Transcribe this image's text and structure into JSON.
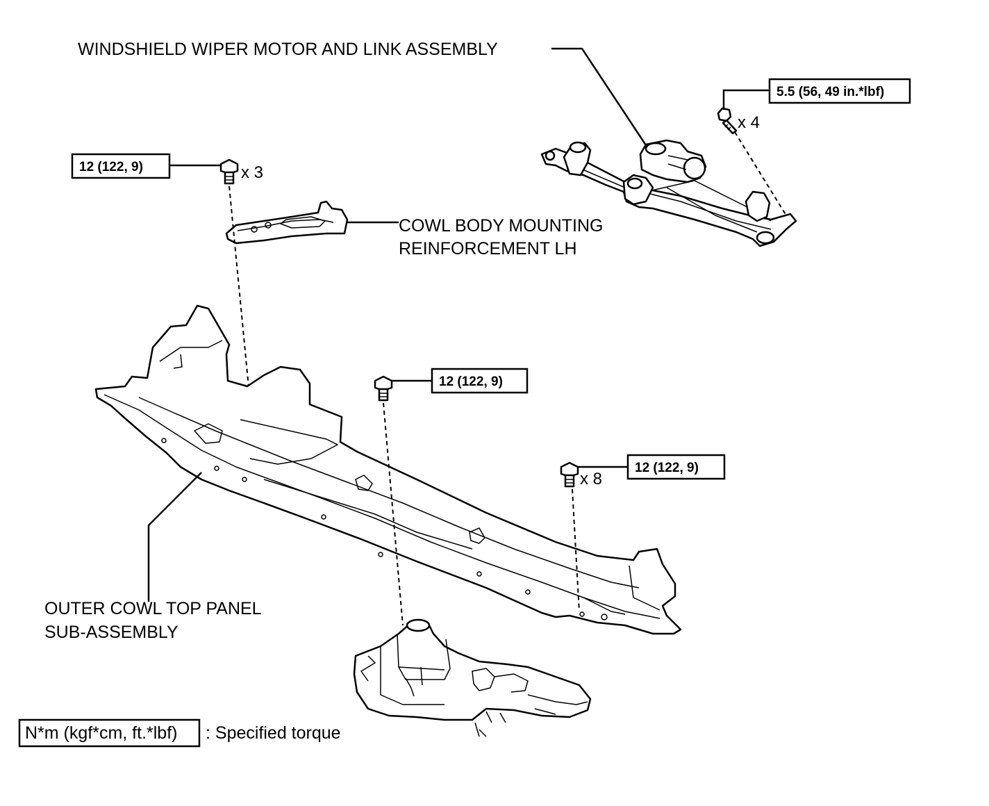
{
  "labels": {
    "wiper": "WINDSHIELD WIPER MOTOR AND LINK ASSEMBLY",
    "cowl_reinf_1": "COWL BODY MOUNTING",
    "cowl_reinf_2": "REINFORCEMENT LH",
    "outer_cowl_1": "OUTER COWL TOP PANEL",
    "outer_cowl_2": "SUB-ASSEMBLY"
  },
  "torque": {
    "wiper_bolt": "5.5 (56, 49 in.*lbf)",
    "reinf_bolt": "12 (122, 9)",
    "center_bolt": "12 (122, 9)",
    "right_bolt": "12 (122, 9)"
  },
  "quantities": {
    "wiper_bolt": "x 4",
    "reinf_bolt": "x 3",
    "right_bolt": "x 8"
  },
  "legend": {
    "units": "N*m (kgf*cm, ft.*lbf)",
    "description": ": Specified torque"
  }
}
